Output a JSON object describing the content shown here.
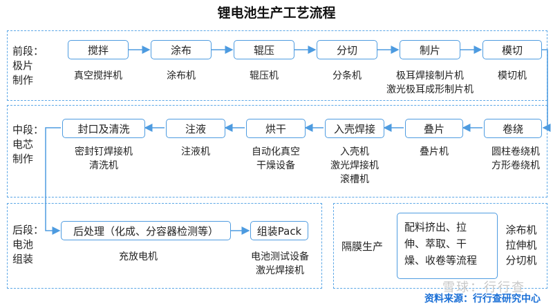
{
  "title": "锂电池生产工艺流程",
  "front": {
    "label": [
      "前段：",
      "极片",
      "制作"
    ],
    "steps": [
      {
        "name": "搅拌",
        "equipment": [
          "真空搅拌机"
        ]
      },
      {
        "name": "涂布",
        "equipment": [
          "涂布机"
        ]
      },
      {
        "name": "辊压",
        "equipment": [
          "辊压机"
        ]
      },
      {
        "name": "分切",
        "equipment": [
          "分条机"
        ]
      },
      {
        "name": "制片",
        "equipment": [
          "极耳焊接制片机",
          "激光极耳成形制片机"
        ]
      },
      {
        "name": "模切",
        "equipment": [
          "模切机"
        ]
      }
    ]
  },
  "middle": {
    "label": [
      "中段：",
      "电芯",
      "制作"
    ],
    "steps": [
      {
        "name": "卷绕",
        "equipment": [
          "圆柱卷绕机",
          "方形卷绕机"
        ]
      },
      {
        "name": "叠片",
        "equipment": [
          "叠片机"
        ]
      },
      {
        "name": "入壳焊接",
        "equipment": [
          "入壳机",
          "激光焊接机",
          "滚槽机"
        ]
      },
      {
        "name": "烘干",
        "equipment": [
          "自动化真空",
          "干燥设备"
        ]
      },
      {
        "name": "注液",
        "equipment": [
          "注液机"
        ]
      },
      {
        "name": "封口及清洗",
        "equipment": [
          "密封钉焊接机",
          "清洗机"
        ]
      }
    ]
  },
  "back": {
    "label": [
      "后段：",
      "电池",
      "组装"
    ],
    "steps": [
      {
        "name": "后处理（化成、分容器检测等）",
        "equipment": [
          "充放电机"
        ]
      },
      {
        "name": "组装Pack",
        "equipment": [
          "电池测试设备",
          "激光焊接机"
        ]
      }
    ]
  },
  "separator": {
    "label": "隔膜生产",
    "process": [
      "配料挤出、拉",
      "伸、萃取、干",
      "燥、收卷等流程"
    ],
    "equipment": [
      "涂布机",
      "拉伸机",
      "分切机"
    ]
  },
  "watermark": "雪球：行行查",
  "source": "资料来源：行行查研究中心",
  "colors": {
    "accent": "#4d9be0",
    "dash": "#5aa6e6",
    "source": "#1a6fd6"
  }
}
